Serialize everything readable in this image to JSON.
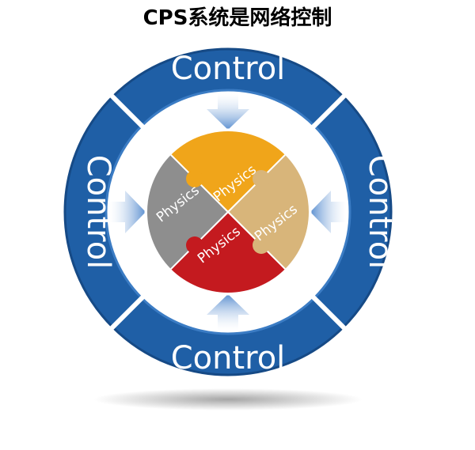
{
  "title": "CPS系统是网络控制",
  "ring": {
    "top_label": "Control",
    "bottom_label": "Control",
    "left_label": "Control",
    "right_label": "Control"
  },
  "center": {
    "pieces": [
      {
        "label": "Physics",
        "color": "#f0a51a"
      },
      {
        "label": "Physics",
        "color": "#d8b57a"
      },
      {
        "label": "Physics",
        "color": "#c41a1f"
      },
      {
        "label": "Physics",
        "color": "#8e8e8e"
      }
    ]
  },
  "colors": {
    "ring": "#1f5fa6",
    "ring_dark": "#164a86",
    "arrow": "#6e9fd6"
  }
}
